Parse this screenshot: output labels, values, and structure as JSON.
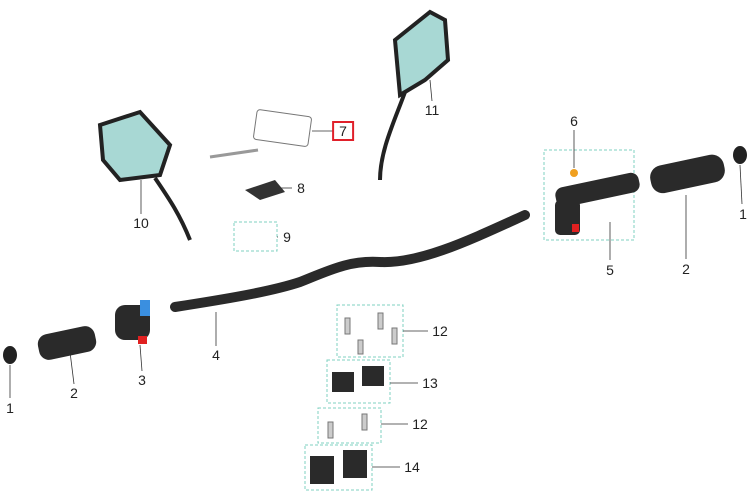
{
  "colors": {
    "callout_box": "#7fd0c0",
    "highlight": "#e0202a",
    "mirror_glass": "#a8d8d4",
    "part": "#2a2a2a"
  },
  "callouts": [
    {
      "id": "grip-end-left",
      "label": "1"
    },
    {
      "id": "grip-left",
      "label": "2"
    },
    {
      "id": "left-switch",
      "label": "3"
    },
    {
      "id": "handlebar",
      "label": "4"
    },
    {
      "id": "throttle-assembly",
      "label": "5"
    },
    {
      "id": "throttle-knob",
      "label": "6"
    },
    {
      "id": "module",
      "label": "7"
    },
    {
      "id": "bracket",
      "label": "8"
    },
    {
      "id": "screws",
      "label": "9"
    },
    {
      "id": "mirror-left",
      "label": "10"
    },
    {
      "id": "mirror-right",
      "label": "11"
    },
    {
      "id": "bolts-upper",
      "label": "12"
    },
    {
      "id": "upper-clamps",
      "label": "13"
    },
    {
      "id": "bolts-lower",
      "label": "12"
    },
    {
      "id": "lower-clamps",
      "label": "14"
    },
    {
      "id": "grip-right",
      "label": "2"
    },
    {
      "id": "grip-end-right",
      "label": "1"
    }
  ]
}
